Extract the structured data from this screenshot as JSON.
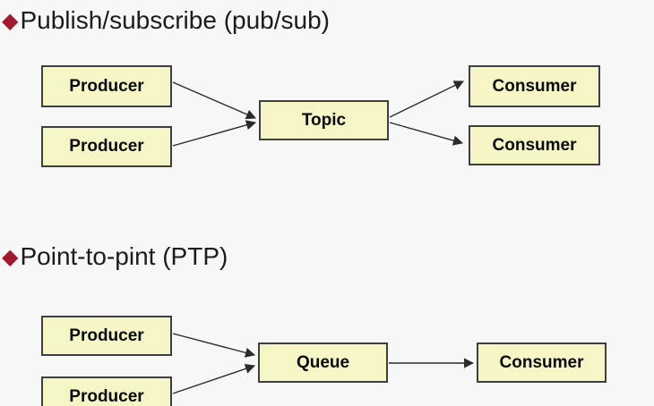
{
  "page": {
    "background": "#f7f7f7"
  },
  "colors": {
    "box_fill": "#f5f5c6",
    "box_border": "#3f3f3f",
    "bullet": "#a1182f",
    "title_text": "#1c1c1c",
    "box_text": "#0a0a0a",
    "arrow": "#2b2b2b"
  },
  "sections": [
    {
      "bullet_glyph": "◆",
      "title": "Publish/subscribe (pub/sub)",
      "nodes": [
        {
          "label": "Producer"
        },
        {
          "label": "Producer"
        },
        {
          "label": "Topic"
        },
        {
          "label": "Consumer"
        },
        {
          "label": "Consumer"
        }
      ]
    },
    {
      "bullet_glyph": "◆",
      "title": "Point-to-pint (PTP)",
      "nodes": [
        {
          "label": "Producer"
        },
        {
          "label": "Producer"
        },
        {
          "label": "Queue"
        },
        {
          "label": "Consumer"
        }
      ]
    }
  ]
}
